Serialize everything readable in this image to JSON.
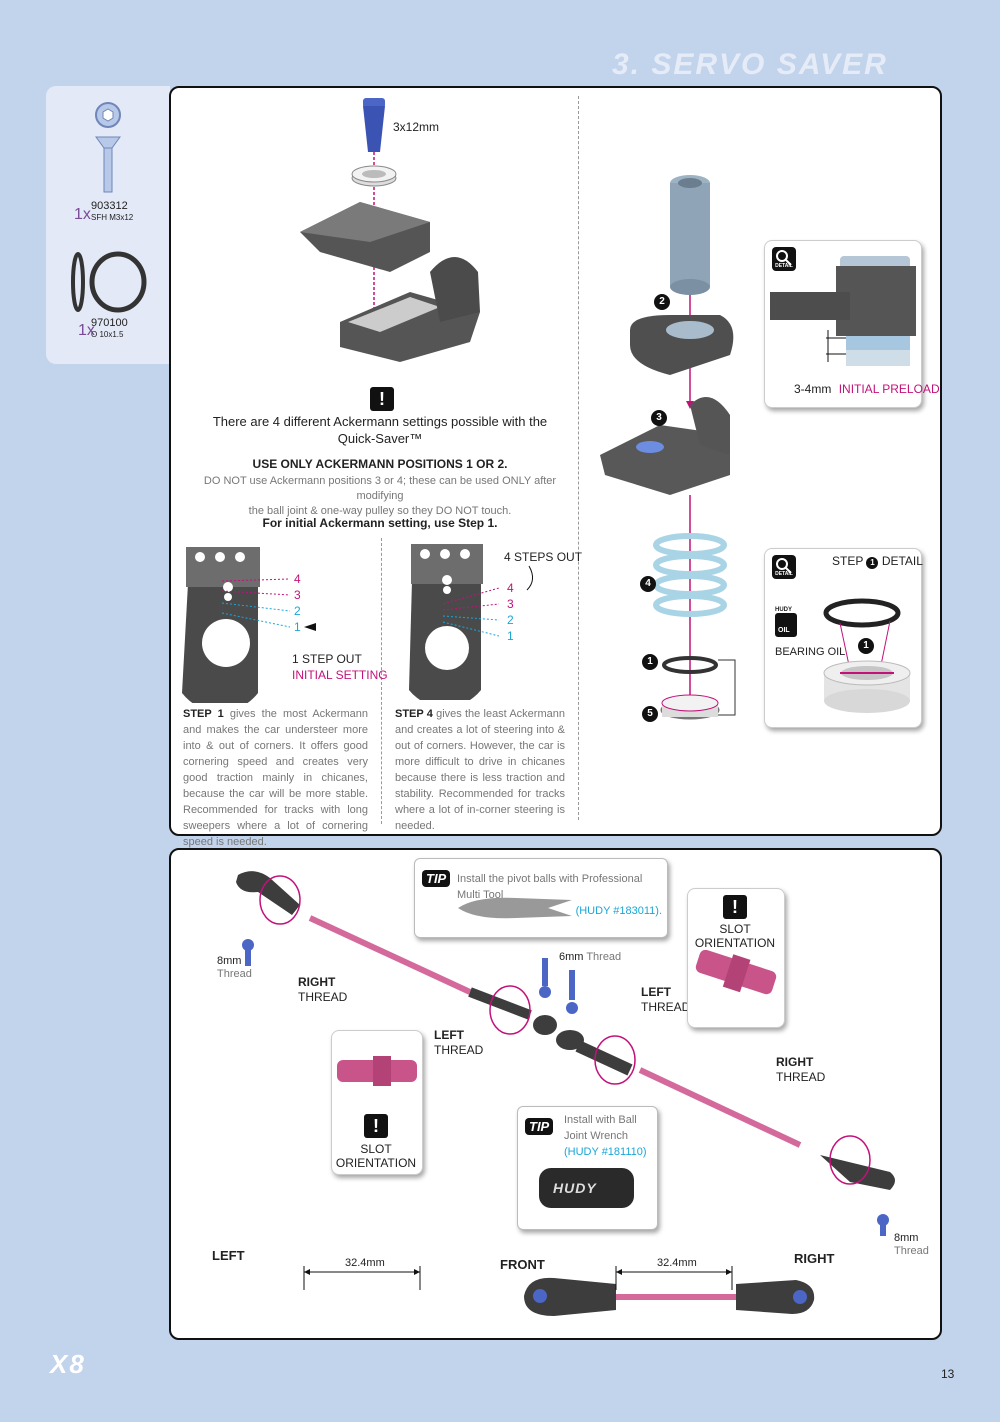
{
  "header": {
    "title": "3. SERVO SAVER"
  },
  "parts": [
    {
      "qty": "1x",
      "code": "903312",
      "desc": "SFH M3x12",
      "icon": "screw-icon"
    },
    {
      "qty": "1x",
      "code": "970100",
      "desc": "O 10x1.5",
      "icon": "o-ring-icon"
    }
  ],
  "assembly": {
    "screw_label": "3x12mm",
    "notice_line1": "There are 4 different Ackermann settings possible with the",
    "notice_line2": "Quick-Saver™",
    "use_only": "USE ONLY ACKERMANN POSITIONS 1 OR 2.",
    "warning_line1": "DO NOT use Ackermann positions 3 or 4; these can be used ONLY after modifying",
    "warning_line2": "the ball joint & one-way pulley so they DO NOT touch.",
    "initial_setting_note": "For initial Ackermann setting, use Step 1."
  },
  "step1": {
    "positions": [
      "4",
      "3",
      "2",
      "1"
    ],
    "callout": "1 STEP OUT",
    "callout2": "INITIAL SETTING",
    "title": "STEP 1",
    "text": "gives the most Ackermann and makes the car understeer more into & out of corners. It offers good cornering speed and creates very good traction mainly in chicanes, because the car will be more stable. Recommended for tracks with long sweepers where a lot of cornering speed is needed."
  },
  "step4": {
    "positions": [
      "4",
      "3",
      "2",
      "1"
    ],
    "callout": "4 STEPS OUT",
    "title": "STEP 4",
    "text": "gives the least Ackermann and creates a lot of steering into & out of corners. However, the car is more difficult to drive in chicanes because there is less traction and stability. Recommended for tracks where a lot of in-corner steering is needed."
  },
  "exploded": {
    "numbers": [
      "2",
      "3",
      "4",
      "1",
      "5"
    ],
    "detail1": {
      "badge": "DETAIL",
      "dim": "3-4mm",
      "label": "INITIAL PRELOAD"
    },
    "detail2": {
      "badge": "DETAIL",
      "title": "STEP",
      "title_num": "1",
      "title2": "DETAIL",
      "brand": "HUDY",
      "oil_badge": "OIL",
      "oil": "BEARING OIL",
      "num": "1"
    }
  },
  "linkage": {
    "tip1_badge": "TIP",
    "tip1_text": "Install the pivot balls with Professional Multi Tool",
    "tip1_ref": "(HUDY #183011).",
    "tip2_badge": "TIP",
    "tip2_line1": "Install with Ball",
    "tip2_line2": "Joint Wrench",
    "tip2_ref": "(HUDY #181110)",
    "tool_brand": "HUDY",
    "ball_left": {
      "size": "8mm",
      "word": "Thread"
    },
    "ball_right": {
      "size": "8mm",
      "word": "Thread"
    },
    "ball_mid": {
      "size": "6mm",
      "word": "Thread"
    },
    "right_thread_1": {
      "cap": "R",
      "rest": "IGHT",
      "sub": "THREAD"
    },
    "left_thread_1": {
      "cap": "L",
      "rest": "EFT",
      "sub": "THREAD"
    },
    "left_thread_2": {
      "cap": "L",
      "rest": "EFT",
      "sub": "THREAD"
    },
    "right_thread_2": {
      "cap": "R",
      "rest": "IGHT",
      "sub": "THREAD"
    },
    "slot1": {
      "line1": "SLOT",
      "line2": "ORIENTATION"
    },
    "slot2": {
      "line1": "SLOT",
      "line2": "ORIENTATION"
    },
    "bottom": {
      "left": {
        "cap": "L",
        "rest": "EFT"
      },
      "front": {
        "cap": "F",
        "rest": "RONT"
      },
      "right": {
        "cap": "R",
        "rest": "IGHT"
      },
      "dim_left": "32.4mm",
      "dim_right": "32.4mm"
    }
  },
  "footer": {
    "logo": "X8",
    "page": "13"
  },
  "colors": {
    "accent": "#c2127a",
    "cyan": "#1aa6d6",
    "page_bg": "#c2d3ec",
    "purple": "#7a4a98"
  }
}
